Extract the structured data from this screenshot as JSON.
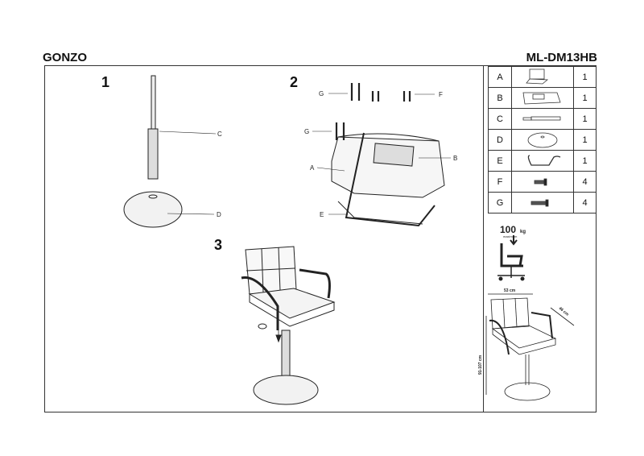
{
  "header": {
    "product_name": "GONZO",
    "model_code": "ML-DM13HB"
  },
  "parts": [
    {
      "letter": "A",
      "icon": "seat-icon",
      "qty": "1"
    },
    {
      "letter": "B",
      "icon": "mechanism-icon",
      "qty": "1"
    },
    {
      "letter": "C",
      "icon": "gas-lift-icon",
      "qty": "1"
    },
    {
      "letter": "D",
      "icon": "base-disc-icon",
      "qty": "1"
    },
    {
      "letter": "E",
      "icon": "armrest-frame-icon",
      "qty": "1"
    },
    {
      "letter": "F",
      "icon": "short-bolt-icon",
      "qty": "4"
    },
    {
      "letter": "G",
      "icon": "long-bolt-icon",
      "qty": "4"
    }
  ],
  "steps": [
    {
      "number": "1",
      "labels": {
        "c": "C",
        "d": "D"
      }
    },
    {
      "number": "2",
      "labels": {
        "g1": "G",
        "g2": "G",
        "f": "F",
        "b": "B",
        "a": "A",
        "e": "E"
      }
    },
    {
      "number": "3"
    }
  ],
  "specs": {
    "max_load": "100",
    "load_unit": "kg",
    "load_note": "maximum",
    "width": "53 cm",
    "depth": "46 cm",
    "height": "91-107 cm"
  }
}
